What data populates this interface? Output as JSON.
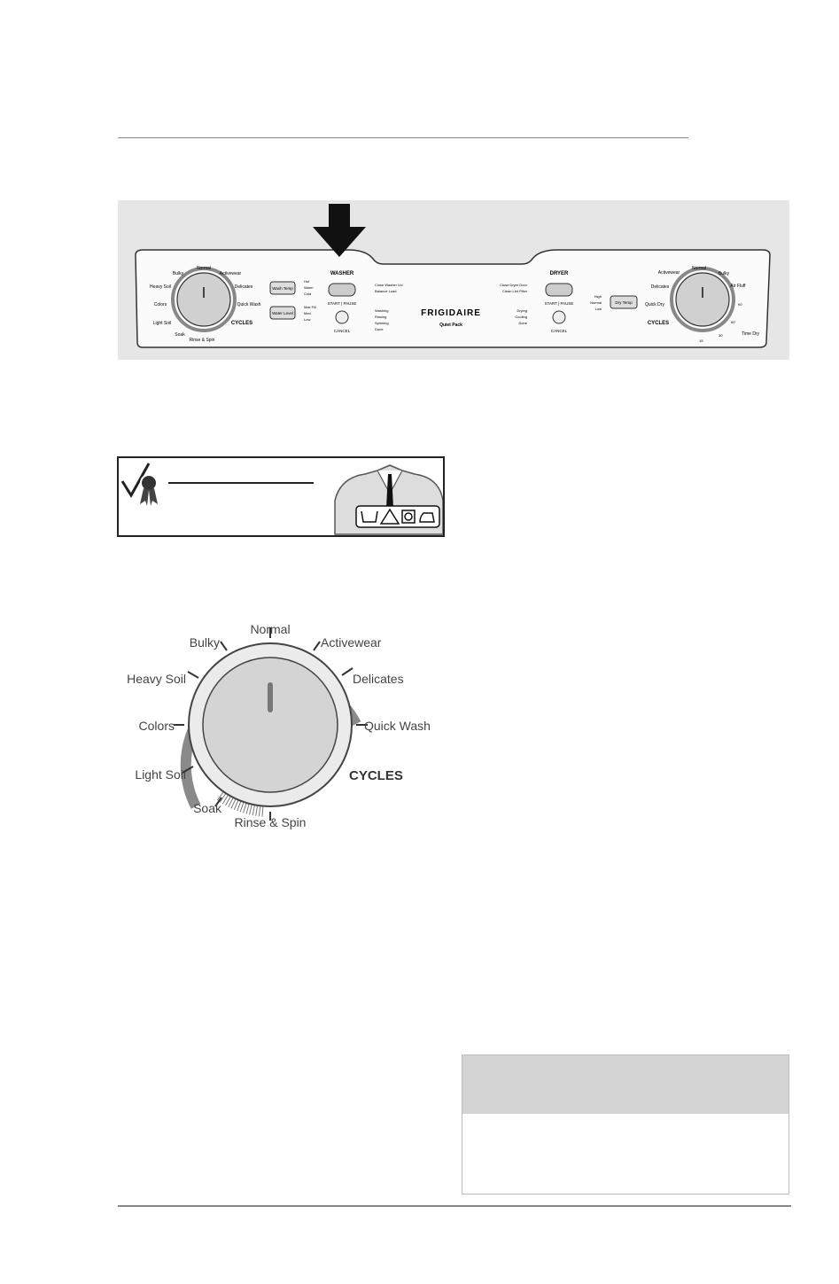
{
  "control_panel": {
    "brand": "FRIGIDAIRE",
    "model": "Quiet Pack",
    "washer": {
      "title": "WASHER",
      "start_label": "START | PAUSE",
      "cancel_label": "CANCEL",
      "dial_label": "CYCLES",
      "cycles": [
        "Normal",
        "Activewear",
        "Delicates",
        "Quick Wash",
        "Rinse & Spin",
        "Soak",
        "Light Soil",
        "Colors",
        "Heavy Soil",
        "Bulky"
      ],
      "wash_temp_button": "Wash Temp",
      "wash_temp_options": [
        "Hot",
        "Warm",
        "Cold"
      ],
      "water_level_button": "Water Level",
      "water_level_options": [
        "Max Fill",
        "Med",
        "Low"
      ],
      "status_notes": [
        "Close Washer Lid",
        "Balance Load"
      ],
      "status_lights": [
        "Washing",
        "Rinsing",
        "Spinning",
        "Done"
      ]
    },
    "dryer": {
      "title": "DRYER",
      "start_label": "START | PAUSE",
      "cancel_label": "CANCEL",
      "dial_label": "CYCLES",
      "cycles": [
        "Activewear",
        "Normal",
        "Bulky",
        "Air Fluff",
        "Delicates",
        "Quick Dry"
      ],
      "time_dry_label": "Time Dry",
      "time_marks": [
        "90'",
        "60'",
        "30'",
        "15'"
      ],
      "dry_temp_button": "Dry Temp",
      "dry_temp_options": [
        "High",
        "Normal",
        "Low"
      ],
      "status_notes": [
        "Close Dryer Door",
        "Clean Lint Filter"
      ],
      "status_lights": [
        "Drying",
        "Cooling",
        "Done"
      ]
    }
  },
  "washer_dial": {
    "cycles": {
      "normal": "Normal",
      "activewear": "Activewear",
      "delicates": "Delicates",
      "quick_wash": "Quick Wash",
      "rinse_spin": "Rinse & Spin",
      "soak": "Soak",
      "light_soil": "Light Soil",
      "colors": "Colors",
      "heavy_soil": "Heavy Soil",
      "bulky": "Bulky"
    },
    "label": "CYCLES"
  },
  "colors": {
    "panel_bg": "#e6e6e6",
    "dial_ring": "#8a8a8a",
    "note_header": "#d4d4d4"
  }
}
